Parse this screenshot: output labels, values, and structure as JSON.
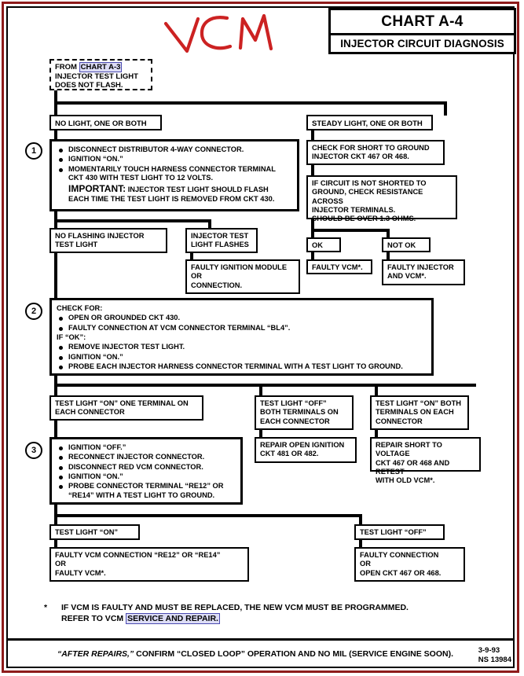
{
  "header": {
    "title": "CHART A-4",
    "subtitle": "INJECTOR CIRCUIT DIAGNOSIS"
  },
  "annotation": {
    "handwritten_text": "VCM",
    "color": "#cc2222"
  },
  "start_box": {
    "line1_prefix": "FROM ",
    "line1_link": "CHART A-3",
    "line2": "INJECTOR TEST LIGHT",
    "line3": "DOES NOT FLASH."
  },
  "branch_labels": {
    "no_light": "NO LIGHT, ONE OR BOTH",
    "steady_light": "STEADY LIGHT, ONE OR BOTH"
  },
  "step1": {
    "number": "1",
    "items": [
      "DISCONNECT DISTRIBUTOR 4-WAY CONNECTOR.",
      "IGNITION “ON.”",
      "MOMENTARILY TOUCH HARNESS CONNECTOR TERMINAL"
    ],
    "item3_cont": "CKT 430 WITH TEST LIGHT TO 12 VOLTS.",
    "important_label": "IMPORTANT:",
    "important_text": " INJECTOR TEST LIGHT SHOULD FLASH",
    "important_cont": "EACH TIME THE TEST LIGHT IS REMOVED FROM CKT 430."
  },
  "right_branch": {
    "check_short": {
      "line1": "CHECK FOR SHORT TO GROUND",
      "line2": "INJECTOR CKT 467 OR 468."
    },
    "resistance": {
      "line1": "IF CIRCUIT IS NOT SHORTED TO",
      "line2": "GROUND, CHECK RESISTANCE ACROSS",
      "line3": "INJECTOR TERMINALS.",
      "line4": "SHOULD BE OVER 1.3 OHMS."
    },
    "ok_label": "OK",
    "not_ok_label": "NOT OK",
    "ok_result": "FAULTY VCM*.",
    "not_ok_result": {
      "line1": "FAULTY INJECTOR",
      "line2": "AND VCM*."
    }
  },
  "mid_branch": {
    "no_flash": {
      "line1": "NO FLASHING INJECTOR",
      "line2": "TEST LIGHT"
    },
    "flashes": {
      "line1": "INJECTOR TEST",
      "line2": "LIGHT FLASHES"
    },
    "faulty_module": {
      "line1": "FAULTY IGNITION MODULE",
      "line2": "OR",
      "line3": "CONNECTION."
    }
  },
  "step2": {
    "number": "2",
    "heading": "CHECK FOR:",
    "items_a": [
      "OPEN OR GROUNDED CKT 430.",
      "FAULTY CONNECTION AT VCM CONNECTOR TERMINAL “BL4”."
    ],
    "if_ok": "IF “OK”:",
    "items_b": [
      "REMOVE INJECTOR TEST LIGHT.",
      "IGNITION “ON.”",
      "PROBE EACH INJECTOR HARNESS CONNECTOR TERMINAL WITH A TEST LIGHT TO GROUND."
    ]
  },
  "three_way": {
    "left": {
      "line1": "TEST LIGHT “ON” ONE TERMINAL ON",
      "line2": "EACH CONNECTOR"
    },
    "middle": {
      "line1": "TEST LIGHT “OFF”",
      "line2": "BOTH TERMINALS ON",
      "line3": "EACH CONNECTOR"
    },
    "right": {
      "line1": "TEST LIGHT “ON” BOTH",
      "line2": "TERMINALS ON EACH",
      "line3": "CONNECTOR"
    },
    "middle_result": {
      "line1": "REPAIR OPEN IGNITION",
      "line2": "CKT 481 OR 482."
    },
    "right_result": {
      "line1": "REPAIR SHORT TO  VOLTAGE",
      "line2": "CKT 467 OR 468 AND RETEST",
      "line3": "WITH OLD VCM*."
    }
  },
  "step3": {
    "number": "3",
    "items": [
      "IGNITION “OFF.”",
      "RECONNECT INJECTOR CONNECTOR.",
      "DISCONNECT RED VCM CONNECTOR.",
      "IGNITION “ON.”",
      "PROBE CONNECTOR TERMINAL “RE12” OR"
    ],
    "item5_cont": "“RE14” WITH A TEST LIGHT TO GROUND."
  },
  "final_branch": {
    "on_label": "TEST LIGHT “ON”",
    "off_label": "TEST LIGHT “OFF”",
    "on_result": {
      "line1": "FAULTY VCM CONNECTION “RE12” OR “RE14”",
      "line2": "OR",
      "line3": "FAULTY VCM*."
    },
    "off_result": {
      "line1": "FAULTY CONNECTION",
      "line2": "OR",
      "line3": "OPEN CKT 467 OR 468."
    }
  },
  "footnote": {
    "star": "*",
    "line1": "IF VCM IS FAULTY AND MUST BE REPLACED, THE NEW VCM MUST BE PROGRAMMED.",
    "line2_prefix": "REFER TO VCM ",
    "line2_link": "SERVICE AND REPAIR."
  },
  "footer": {
    "italic_part": "“AFTER REPAIRS,”",
    "rest": " CONFIRM “CLOSED LOOP” OPERATION AND NO MIL (SERVICE ENGINE SOON).",
    "date": "3-9-93",
    "code": "NS 13984"
  }
}
